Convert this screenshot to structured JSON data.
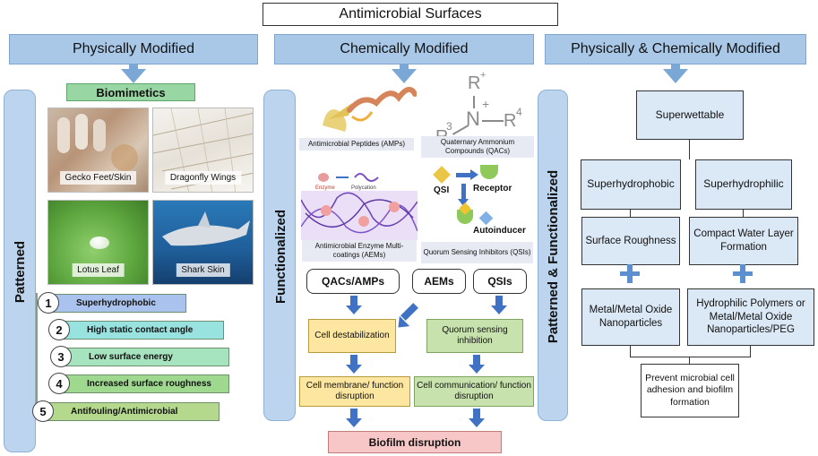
{
  "title": "Antimicrobial Surfaces",
  "columns": {
    "physical": "Physically Modified",
    "chemical": "Chemically Modified",
    "both": "Physically & Chemically Modified"
  },
  "physical": {
    "side_label": "Patterned",
    "biomimetics": "Biomimetics",
    "photos": [
      "Gecko Feet/Skin",
      "Dragonfly Wings",
      "Lotus Leaf",
      "Shark Skin"
    ],
    "properties": [
      {
        "num": "1",
        "label": "Superhydrophobic",
        "color": "#a9c3ee"
      },
      {
        "num": "2",
        "label": "High static contact angle",
        "color": "#98e2e0"
      },
      {
        "num": "3",
        "label": "Low surface energy",
        "color": "#a6e3bf"
      },
      {
        "num": "4",
        "label": "Increased surface roughness",
        "color": "#9fd98f"
      },
      {
        "num": "5",
        "label": "Antifouling/Antimicrobial",
        "color": "#b4d98c"
      }
    ]
  },
  "chemical": {
    "side_label": "Functionalized",
    "captions": {
      "amps": "Antimicrobial Peptides (AMPs)",
      "qacs": "Quaternary Ammonium Compounds (QACs)",
      "aems": "Antimicrobial Enzyme Multi-coatings (AEMs)",
      "qsis": "Quorum Sensing Inhibitors (QSIs)"
    },
    "qac_formula": {
      "r_top": "R",
      "plus_top": "+",
      "n": "N",
      "plus": "+",
      "r3": "R",
      "sup3": "3",
      "r4": "R",
      "sup4": "4"
    },
    "enzyme_label": "Enzyme",
    "polycation_label": "Polycation",
    "qsi_label": "QSI",
    "receptor_label": "Receptor",
    "autoinducer_label": "Autoinducer",
    "pills": [
      "QACs/AMPs",
      "AEMs",
      "QSIs"
    ],
    "cell_destab": "Cell destabilization",
    "quorum_inhib": "Quorum sensing inhibition",
    "membrane": "Cell membrane/ function disruption",
    "communication": "Cell communication/ function disruption",
    "biofilm": "Biofilm disruption"
  },
  "both": {
    "side_label": "Patterned & Functionalized",
    "superwettable": "Superwettable",
    "superhydrophobic": "Superhydrophobic",
    "superhydrophilic": "Superhydrophilic",
    "roughness": "Surface Roughness",
    "water_layer": "Compact Water Layer Formation",
    "left_material": "Metal/Metal Oxide Nanoparticles",
    "right_material": "Hydrophilic Polymers or Metal/Metal Oxide Nanoparticles/PEG",
    "result": "Prevent microbial cell adhesion and biofilm formation"
  },
  "colors": {
    "header": "#a9c8e8",
    "yellow": "#fde6a0",
    "green": "#c8e2ad",
    "pink": "#f7c6c6",
    "light_blue": "#dbe8f6",
    "arrow_blue": "#3f72c4"
  }
}
